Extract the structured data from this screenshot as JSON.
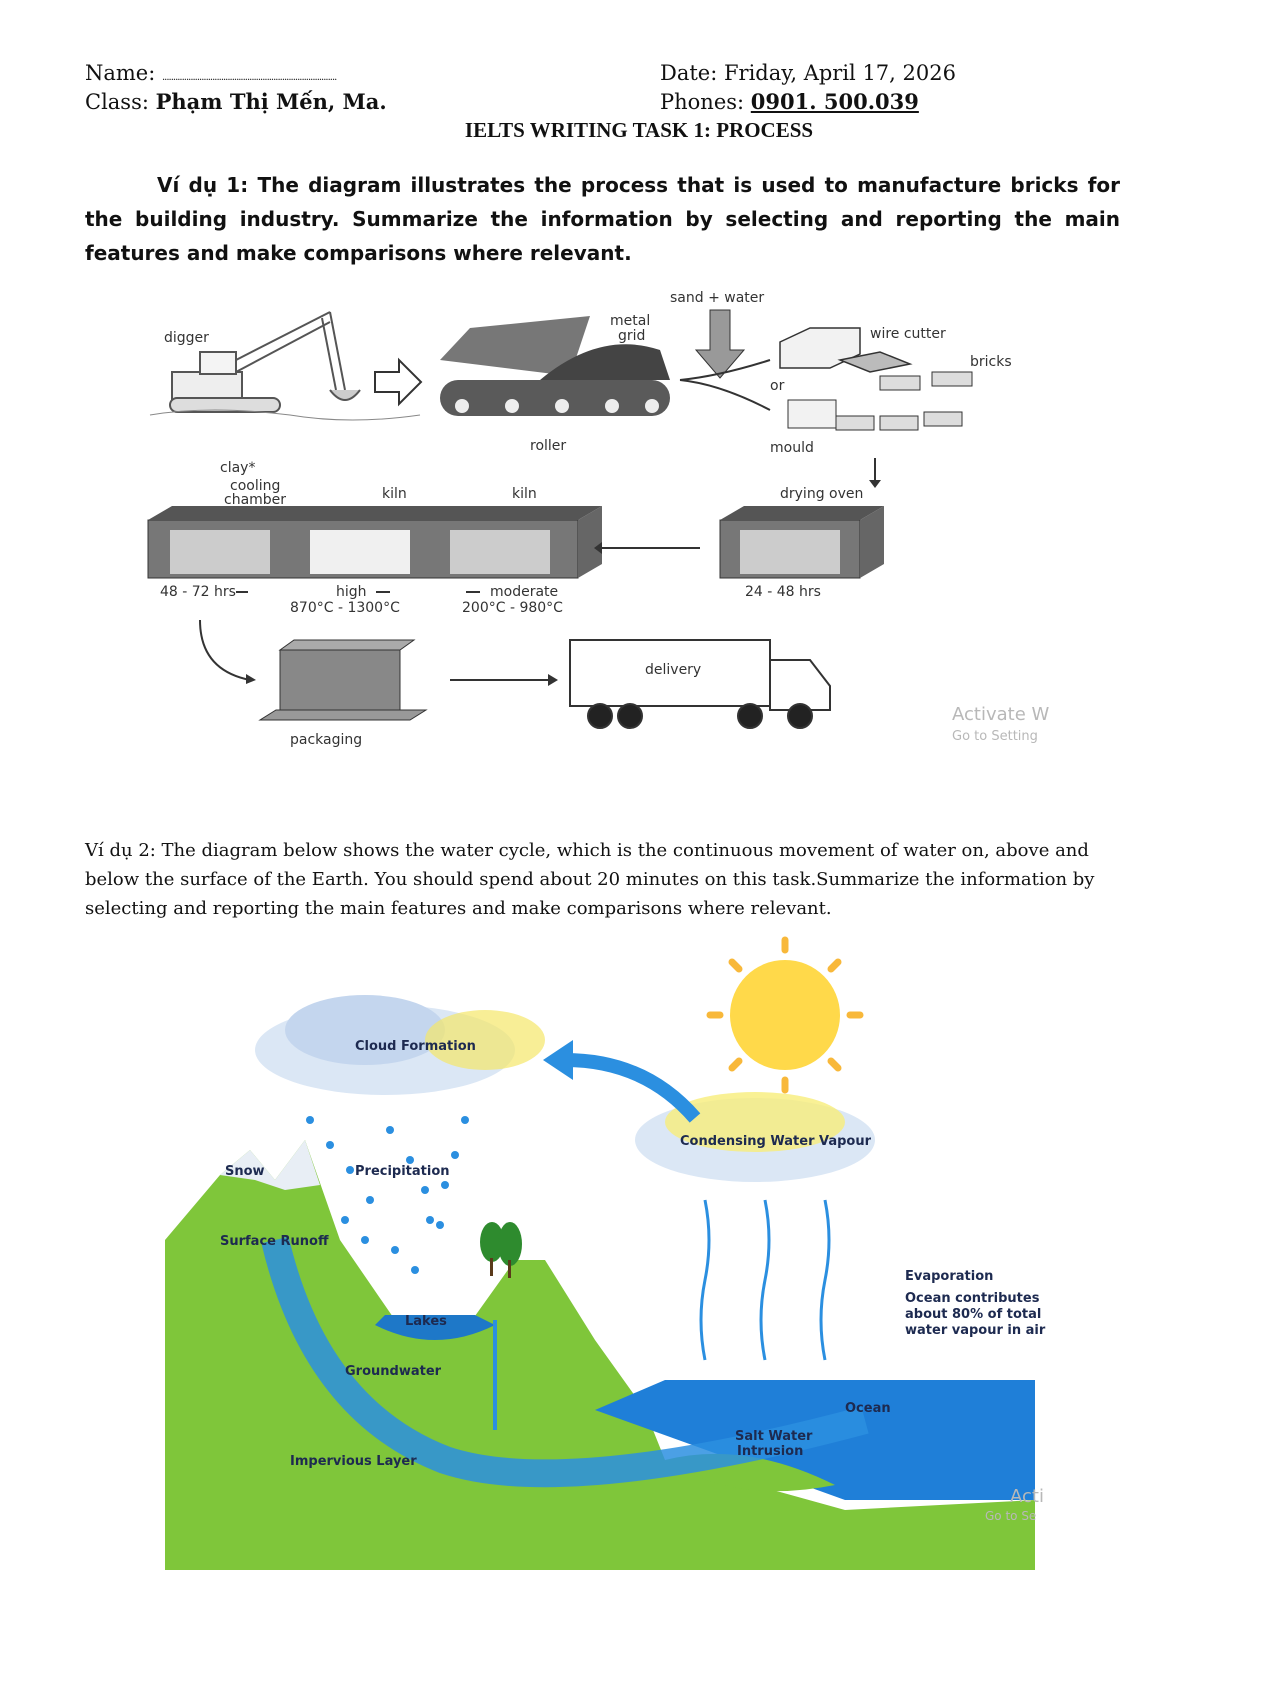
{
  "header": {
    "name_label": "Name:",
    "name_dots": "................................................................................",
    "date_text": "Date: Friday, April 17, 2026",
    "class_label": "Class:",
    "class_value": "Phạm Thị Mến, Ma.",
    "phones_label": "Phones:",
    "phones_value": "0901. 500.039"
  },
  "title": "IELTS WRITING TASK 1: PROCESS",
  "example1": {
    "text": "Ví dụ 1: The diagram illustrates the process that is used to manufacture bricks for the building industry. Summarize the information by selecting and reporting the main features and make comparisons where relevant.",
    "diagram": {
      "labels": {
        "digger": "digger",
        "clay": "clay*",
        "metal": "metal",
        "grid": "grid",
        "roller": "roller",
        "sand_water": "sand + water",
        "wire_cutter": "wire cutter",
        "bricks": "bricks",
        "or": "or",
        "mould": "mould",
        "cooling": "cooling",
        "chamber": "chamber",
        "kiln1": "kiln",
        "kiln2": "kiln",
        "drying_oven": "drying oven",
        "t_cool": "48 - 72 hrs",
        "high": "high",
        "high_temp": "870°C - 1300°C",
        "moderate": "moderate",
        "moderate_temp": "200°C - 980°C",
        "t_dry": "24 - 48 hrs",
        "packaging": "packaging",
        "delivery": "delivery"
      },
      "watermark": [
        "Activate W",
        "Go to Setting"
      ]
    }
  },
  "example2": {
    "text": "Ví dụ 2: The diagram below shows the water cycle, which is the continuous movement of water on, above and below the surface of the Earth. You should spend about 20 minutes on this task.Summarize the information by selecting and reporting the main features and make comparisons where relevant.",
    "diagram": {
      "labels": {
        "cloud_formation": "Cloud Formation",
        "condensing": "Condensing Water Vapour",
        "snow": "Snow",
        "precipitation": "Precipitation",
        "surface_runoff": "Surface Runoff",
        "lakes": "Lakes",
        "groundwater": "Groundwater",
        "impervious": "Impervious Layer",
        "ocean": "Ocean",
        "salt1": "Salt Water",
        "salt2": "Intrusion",
        "evap": "Evaporation",
        "evap1": "Ocean contributes",
        "evap2": "about 80% of total",
        "evap3": "water vapour in air"
      },
      "watermark": [
        "Acti",
        "Go to Se"
      ]
    }
  }
}
